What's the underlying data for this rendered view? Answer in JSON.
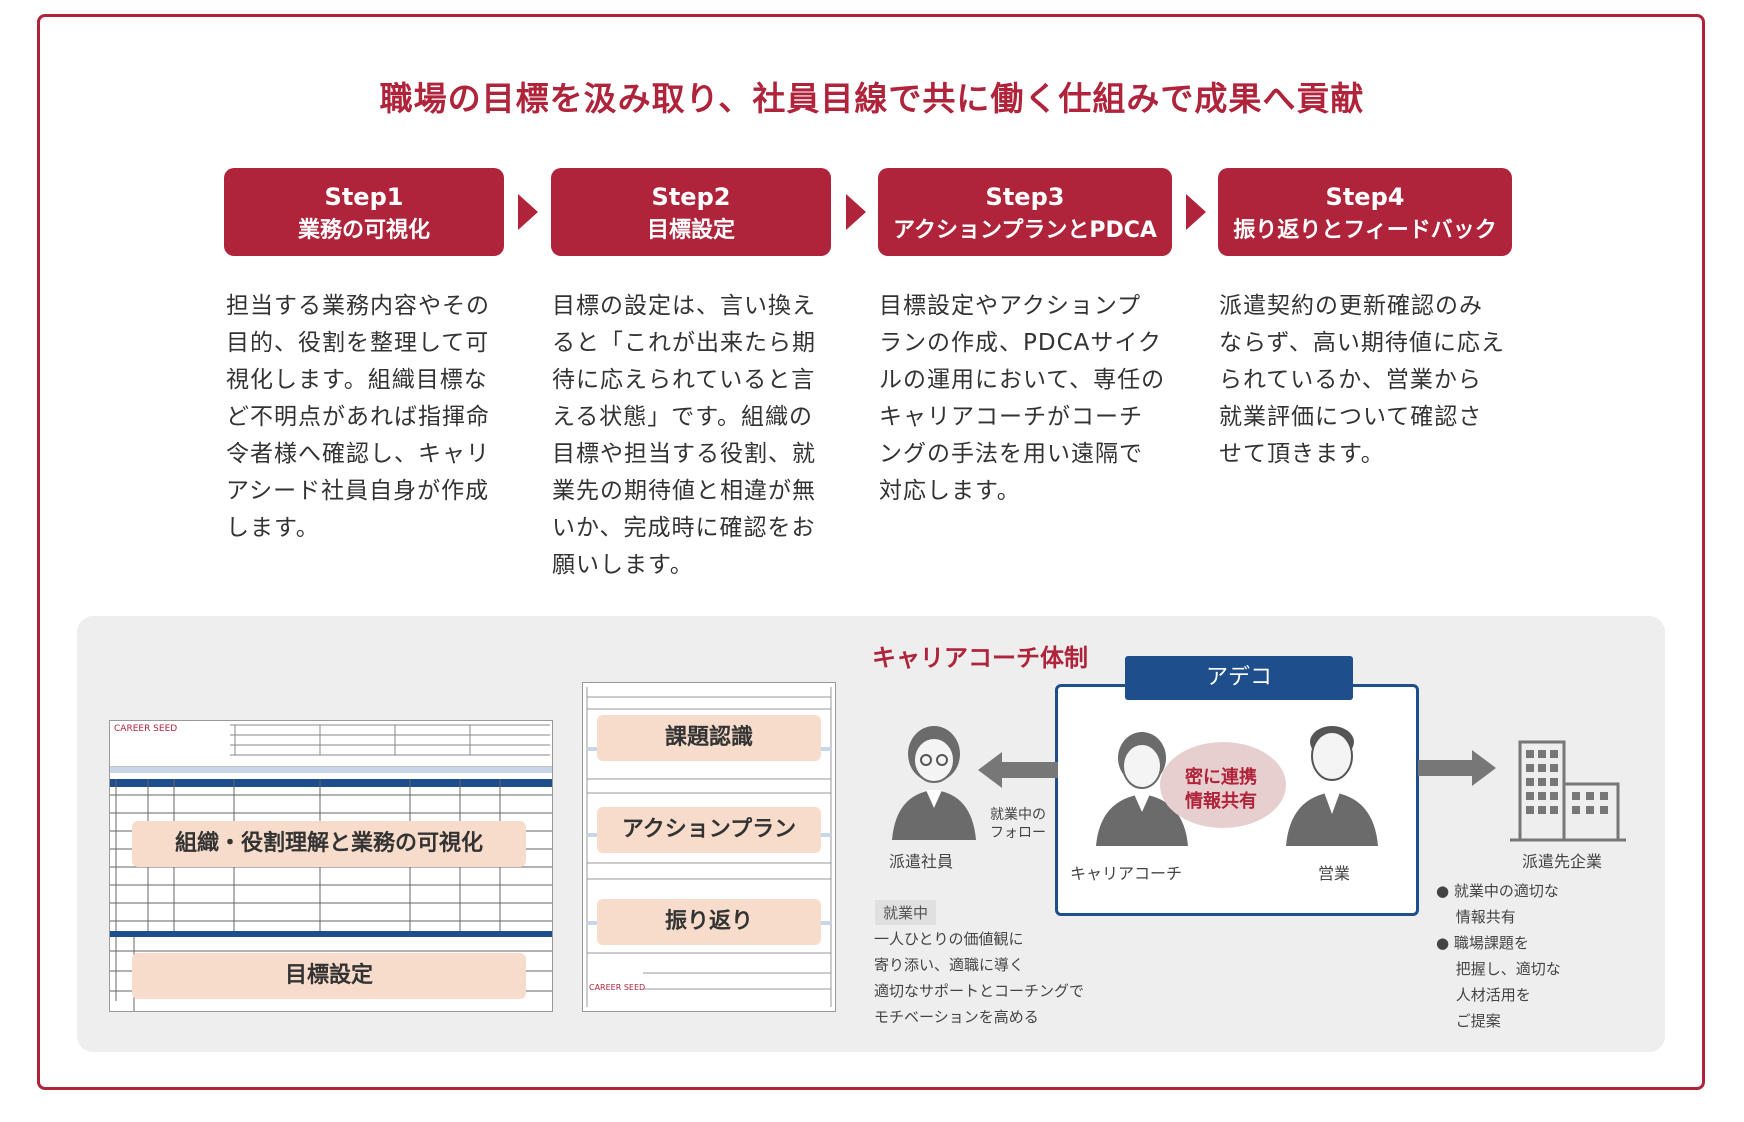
{
  "title": "職場の目標を汲み取り、社員目線で共に働く仕組みで成果へ貢献",
  "steps": [
    {
      "no": "Step1",
      "name": "業務の可視化",
      "desc": [
        "担当する業務内容やその",
        "目的、役割を整理して可",
        "視化します。組織目標な",
        "ど不明点があれば指揮命",
        "令者様へ確認し、キャリ",
        "アシード社員自身が作成",
        "します。"
      ]
    },
    {
      "no": "Step2",
      "name": "目標設定",
      "desc": [
        "目標の設定は、言い換え",
        "ると「これが出来たら期",
        "待に応えられていると言",
        "える状態」です。組織の",
        "目標や担当する役割、就",
        "業先の期待値と相違が無",
        "いか、完成時に確認をお",
        "願いします。"
      ]
    },
    {
      "no": "Step3",
      "name": "アクションプランとPDCA",
      "desc": [
        "目標設定やアクションプ",
        "ランの作成、PDCAサイク",
        "ルの運用において、専任の",
        "キャリアコーチがコーチ",
        "ングの手法を用い遠隔で",
        "対応します。"
      ]
    },
    {
      "no": "Step4",
      "name": "振り返りとフィードバック",
      "desc": [
        "派遣契約の更新確認のみ",
        "ならず、高い期待値に応え",
        "られているか、営業から",
        "就業評価について確認さ",
        "せて頂きます。"
      ]
    }
  ],
  "sheet1": {
    "logo": "CAREER SEED",
    "label_top": "組織・役割理解と業務の可視化",
    "label_bottom": "目標設定"
  },
  "sheet2": {
    "logo": "CAREER SEED",
    "label1": "課題認識",
    "label2": "アクションプラン",
    "label3": "振り返り"
  },
  "coach": {
    "title": "キャリアコーチ体制",
    "adeco": "アデコ",
    "center_bubble": [
      "密に連携",
      "情報共有"
    ],
    "worker_label": "派遣社員",
    "follow_label": [
      "就業中の",
      "フォロー"
    ],
    "coach_label": "キャリアコーチ",
    "sales_label": "営業",
    "company_label": "派遣先企業",
    "tag": "就業中",
    "support_text": [
      "一人ひとりの価値観に",
      "寄り添い、適職に導く",
      "適切なサポートとコーチングで",
      "モチベーションを高める"
    ],
    "bullets": [
      "● 就業中の適切な",
      "　 情報共有",
      "● 職場課題を",
      "　 把握し、適切な",
      "　 人材活用を",
      "　 ご提案"
    ]
  },
  "colors": {
    "accent": "#b0243b",
    "adeco_blue": "#1f4e8c",
    "peach": "#f7dccb"
  }
}
